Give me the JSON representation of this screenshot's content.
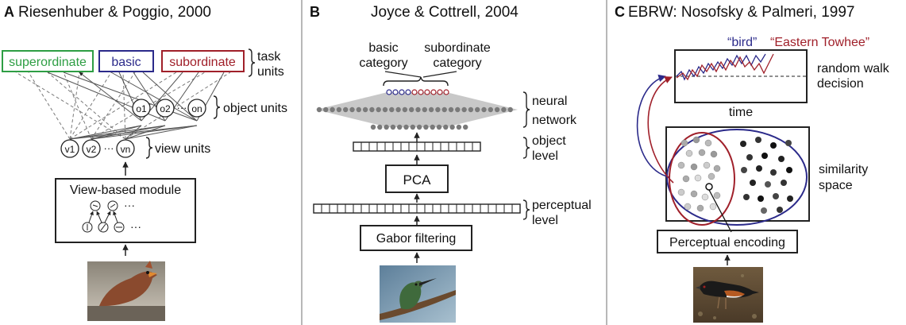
{
  "panelA": {
    "letter": "A",
    "title": "Riesenhuber & Poggio, 2000",
    "task_units": [
      "superordinate",
      "basic",
      "subordinate"
    ],
    "task_label_1": "task",
    "task_label_2": "units",
    "object_units": [
      "o1",
      "o2",
      "···",
      "on"
    ],
    "object_label": "object units",
    "view_units": [
      "v1",
      "v2",
      "···",
      "vn"
    ],
    "view_label": "view units",
    "module_title": "View-based module",
    "module_dots": "···",
    "photo": "northern-cardinal-photo"
  },
  "panelB": {
    "letter": "B",
    "title": "Joyce & Cottrell, 2004",
    "basic_1": "basic",
    "basic_2": "category",
    "sub_1": "subordinate",
    "sub_2": "category",
    "network_1": "neural",
    "network_2": "network",
    "object_1": "object",
    "object_2": "level",
    "pca": "PCA",
    "percept_1": "perceptual",
    "percept_2": "level",
    "gabor": "Gabor filtering",
    "photo": "hummingbird-photo"
  },
  "panelC": {
    "letter": "C",
    "title": "EBRW: Nosofsky & Palmeri, 1997",
    "bird": "“bird”",
    "towhee": "“Eastern Towhee”",
    "walk_1": "random walk",
    "walk_2": "decision",
    "time": "time",
    "sim_1": "similarity",
    "sim_2": "space",
    "encoding": "Perceptual encoding",
    "photo": "eastern-towhee-photo"
  },
  "colors": {
    "superordinate": "#2e9e44",
    "basic": "#2b2a8a",
    "subordinate": "#a0202a",
    "divider": "#b8b8b8"
  }
}
